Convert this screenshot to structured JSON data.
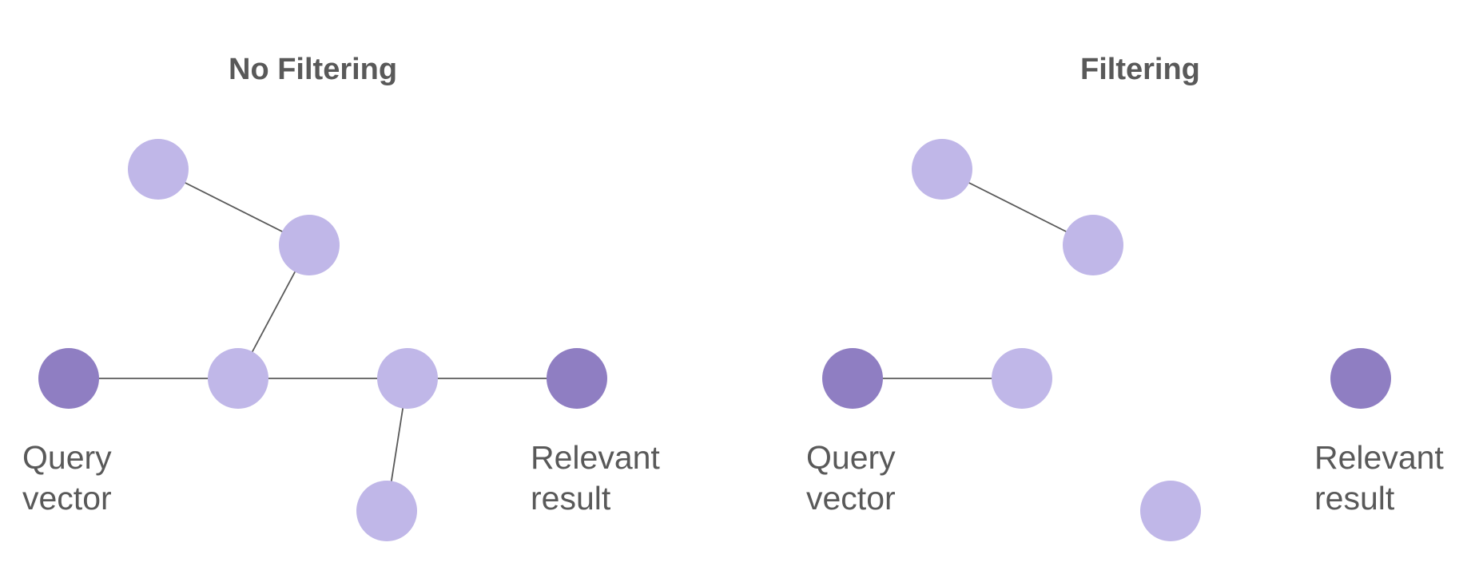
{
  "colors": {
    "query_node": "#8f7ec2",
    "candidate_node": "#c0b7e8",
    "edge": "#595959",
    "text": "#595959"
  },
  "panels": {
    "left": {
      "title": "No Filtering",
      "query_label_line1": "Query",
      "query_label_line2": "vector",
      "result_label_line1": "Relevant",
      "result_label_line2": "result"
    },
    "right": {
      "title": "Filtering",
      "query_label_line1": "Query",
      "query_label_line2": "vector",
      "result_label_line1": "Relevant",
      "result_label_line2": "result"
    }
  }
}
